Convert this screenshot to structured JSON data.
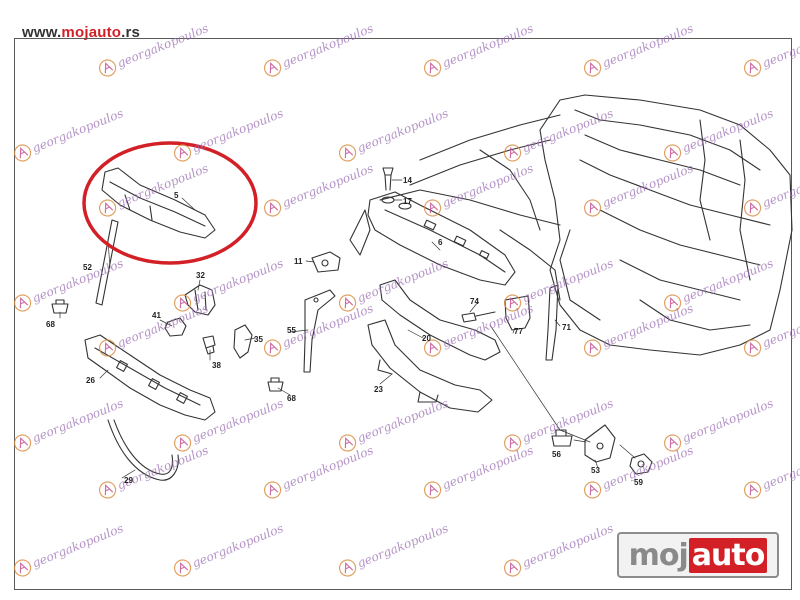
{
  "header": {
    "url_prefix": "www.",
    "url_brand": "mojauto",
    "url_suffix": ".rs"
  },
  "watermark": {
    "text": "georgakopoulos"
  },
  "logo": {
    "part1": "moj",
    "part2": "auto"
  },
  "colors": {
    "highlight": "#d32027",
    "line": "#333333",
    "watermark": "#9b6fb3"
  },
  "parts": [
    {
      "id": "5",
      "label": "5"
    },
    {
      "id": "52a",
      "label": "52"
    },
    {
      "id": "68a",
      "label": "68"
    },
    {
      "id": "32",
      "label": "32"
    },
    {
      "id": "41",
      "label": "41"
    },
    {
      "id": "38",
      "label": "38"
    },
    {
      "id": "26",
      "label": "26"
    },
    {
      "id": "29",
      "label": "29"
    },
    {
      "id": "35",
      "label": "35"
    },
    {
      "id": "55",
      "label": "55"
    },
    {
      "id": "68b",
      "label": "68"
    },
    {
      "id": "11",
      "label": "11"
    },
    {
      "id": "14",
      "label": "14"
    },
    {
      "id": "17",
      "label": "17"
    },
    {
      "id": "6",
      "label": "6"
    },
    {
      "id": "74",
      "label": "74"
    },
    {
      "id": "77",
      "label": "77"
    },
    {
      "id": "71",
      "label": "71"
    },
    {
      "id": "20",
      "label": "20"
    },
    {
      "id": "23",
      "label": "23"
    },
    {
      "id": "56",
      "label": "56"
    },
    {
      "id": "53",
      "label": "53"
    },
    {
      "id": "59",
      "label": "59"
    }
  ]
}
